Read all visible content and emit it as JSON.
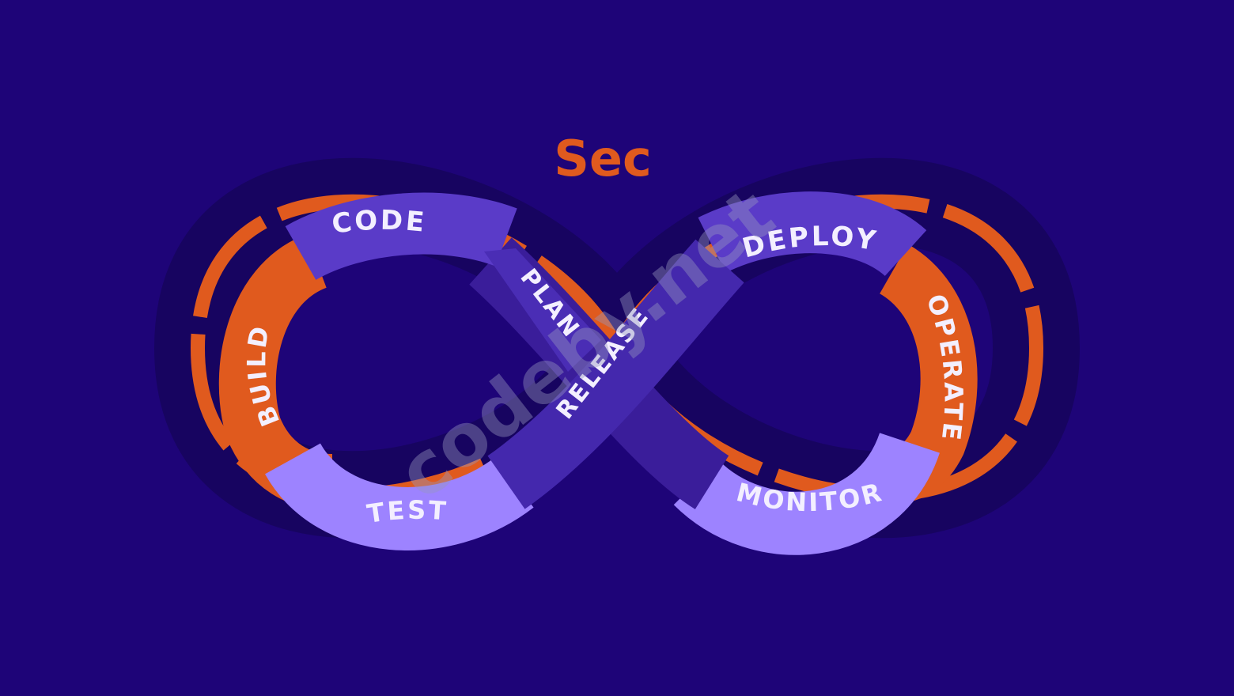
{
  "diagram": {
    "title": "Sec",
    "watermark": "codeby.net",
    "stages": {
      "plan": "PLAN",
      "code": "CODE",
      "build": "BUILD",
      "test": "TEST",
      "release": "RELEASE",
      "deploy": "DEPLOY",
      "operate": "OPERATE",
      "monitor": "MONITOR"
    },
    "colors": {
      "background": "#1e0478",
      "outer_ring": "#e05a1e",
      "build_operate": "#e05a1e",
      "code_deploy": "#5a3bc8",
      "test_monitor": "#9d83ff",
      "cross_band": "#3a1d9a",
      "label_text": "#f3efff"
    }
  }
}
